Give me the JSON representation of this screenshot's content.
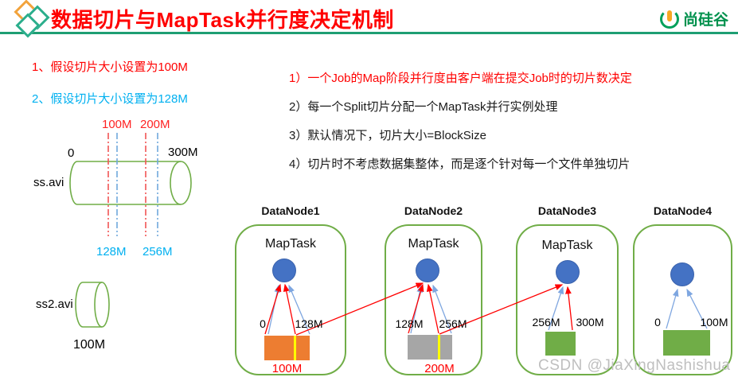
{
  "header": {
    "title": "数据切片与MapTask并行度决定机制",
    "brand": "尚硅谷",
    "accent_green": "#1E9E73",
    "title_color": "#FF0000"
  },
  "assumptions": [
    {
      "label": "1、假设切片大小设置为100M",
      "color": "#FF0000"
    },
    {
      "label": "2、假设切片大小设置为128M",
      "color": "#00B0F0"
    }
  ],
  "notes": [
    {
      "label": "1）一个Job的Map阶段并行度由客户端在提交Job时的切片数决定",
      "color": "#FF0000"
    },
    {
      "label": "2）每一个Split切片分配一个MapTask并行实例处理",
      "color": "#1A1A1A"
    },
    {
      "label": "3）默认情况下，切片大小=BlockSize",
      "color": "#1A1A1A"
    },
    {
      "label": "4）切片时不考虑数据集整体，而是逐个针对每一个文件单独切片",
      "color": "#1A1A1A"
    }
  ],
  "file1": {
    "name": "ss.avi",
    "zero": "0",
    "end": "300M",
    "red_mark_1": "100M",
    "red_mark_2": "200M",
    "blue_mark_1": "128M",
    "blue_mark_2": "256M",
    "red_mark_color": "#FF2222",
    "blue_mark_color": "#00B0F0"
  },
  "file2": {
    "name": "ss2.avi",
    "size": "100M"
  },
  "datanodes": [
    {
      "name": "DataNode1",
      "task": "MapTask",
      "start": "0",
      "end": "128M",
      "split": "100M",
      "block_color": "#ED7D31"
    },
    {
      "name": "DataNode2",
      "task": "MapTask",
      "start": "128M",
      "end": "256M",
      "split": "200M",
      "block_color": "#A6A6A6"
    },
    {
      "name": "DataNode3",
      "task": "MapTask",
      "start": "256M",
      "end": "300M",
      "block_color": "#70AD47"
    },
    {
      "name": "DataNode4",
      "start": "0",
      "end": "100M",
      "block_color": "#70AD47"
    }
  ],
  "watermark": "CSDN @JiaXingNashishua"
}
